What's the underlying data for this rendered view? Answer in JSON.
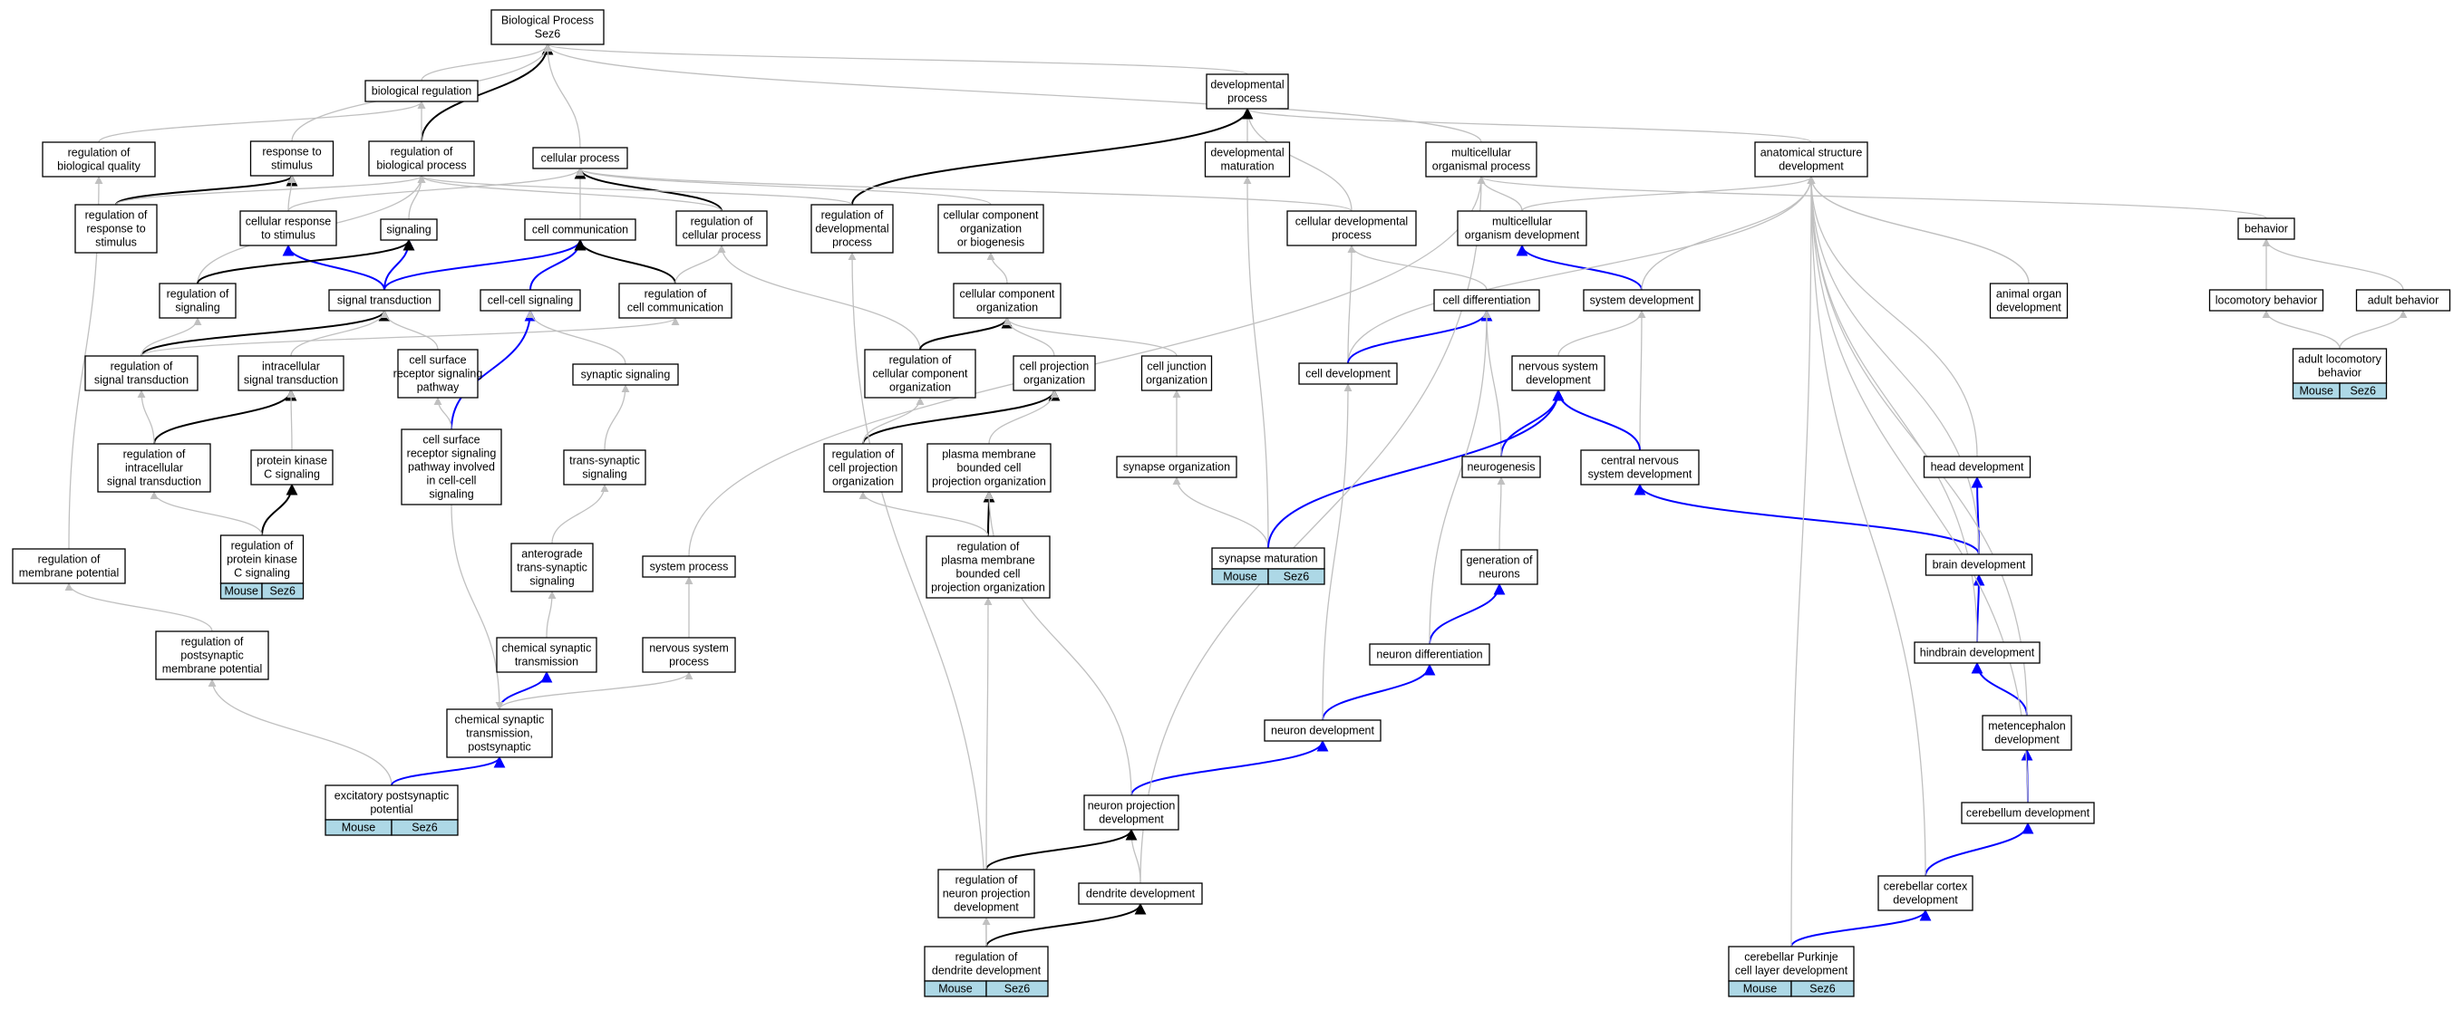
{
  "diagram": {
    "colors": {
      "is_a": "#c0c0c0",
      "regulates": "#000000",
      "part_of": "#0000ff",
      "node_border": "#000000",
      "node_fill": "#ffffff",
      "annotation_fill": "#add8e6"
    },
    "nodes": [
      {
        "id": "bp",
        "lines": [
          "Biological Process",
          "Sez6"
        ]
      },
      {
        "id": "breg",
        "lines": [
          "biological regulation"
        ]
      },
      {
        "id": "devproc",
        "lines": [
          "developmental",
          "process"
        ]
      },
      {
        "id": "rbq",
        "lines": [
          "regulation of",
          "biological quality"
        ]
      },
      {
        "id": "rts",
        "lines": [
          "response to",
          "stimulus"
        ]
      },
      {
        "id": "rbp",
        "lines": [
          "regulation of",
          "biological process"
        ]
      },
      {
        "id": "cellproc",
        "lines": [
          "cellular process"
        ]
      },
      {
        "id": "devmat",
        "lines": [
          "developmental",
          "maturation"
        ]
      },
      {
        "id": "mop",
        "lines": [
          "multicellular",
          "organismal process"
        ]
      },
      {
        "id": "asd",
        "lines": [
          "anatomical structure",
          "development"
        ]
      },
      {
        "id": "rrts",
        "lines": [
          "regulation of",
          "response to",
          "stimulus"
        ]
      },
      {
        "id": "crs",
        "lines": [
          "cellular response",
          "to stimulus"
        ]
      },
      {
        "id": "sig",
        "lines": [
          "signaling"
        ]
      },
      {
        "id": "cc",
        "lines": [
          "cell communication"
        ]
      },
      {
        "id": "rcp",
        "lines": [
          "regulation of",
          "cellular process"
        ]
      },
      {
        "id": "rdp",
        "lines": [
          "regulation of",
          "developmental",
          "process"
        ]
      },
      {
        "id": "ccob",
        "lines": [
          "cellular component",
          "organization",
          "or biogenesis"
        ]
      },
      {
        "id": "cdp",
        "lines": [
          "cellular developmental",
          "process"
        ]
      },
      {
        "id": "mod",
        "lines": [
          "multicellular",
          "organism development"
        ]
      },
      {
        "id": "behav",
        "lines": [
          "behavior"
        ]
      },
      {
        "id": "rsig",
        "lines": [
          "regulation of",
          "signaling"
        ]
      },
      {
        "id": "st",
        "lines": [
          "signal transduction"
        ]
      },
      {
        "id": "ccs",
        "lines": [
          "cell-cell signaling"
        ]
      },
      {
        "id": "rcc",
        "lines": [
          "regulation of",
          "cell communication"
        ]
      },
      {
        "id": "cco",
        "lines": [
          "cellular component",
          "organization"
        ]
      },
      {
        "id": "cdiff",
        "lines": [
          "cell differentiation"
        ]
      },
      {
        "id": "sysdev",
        "lines": [
          "system development"
        ]
      },
      {
        "id": "aod",
        "lines": [
          "animal organ",
          "development"
        ]
      },
      {
        "id": "locb",
        "lines": [
          "locomotory behavior"
        ]
      },
      {
        "id": "adb",
        "lines": [
          "adult behavior"
        ]
      },
      {
        "id": "rst",
        "lines": [
          "regulation of",
          "signal transduction"
        ]
      },
      {
        "id": "ist",
        "lines": [
          "intracellular",
          "signal transduction"
        ]
      },
      {
        "id": "csrsp",
        "lines": [
          "cell surface",
          "receptor signaling",
          "pathway"
        ]
      },
      {
        "id": "synsig",
        "lines": [
          "synaptic signaling"
        ]
      },
      {
        "id": "rcco",
        "lines": [
          "regulation of",
          "cellular component",
          "organization"
        ]
      },
      {
        "id": "cpo",
        "lines": [
          "cell projection",
          "organization"
        ]
      },
      {
        "id": "cjo",
        "lines": [
          "cell junction",
          "organization"
        ]
      },
      {
        "id": "celldev",
        "lines": [
          "cell development"
        ]
      },
      {
        "id": "nsd",
        "lines": [
          "nervous system",
          "development"
        ]
      },
      {
        "id": "alb",
        "lines": [
          "adult locomotory",
          "behavior"
        ],
        "annotations": [
          "Mouse",
          "Sez6"
        ]
      },
      {
        "id": "rist",
        "lines": [
          "regulation of",
          "intracellular",
          "signal transduction"
        ]
      },
      {
        "id": "pkc",
        "lines": [
          "protein kinase",
          "C signaling"
        ]
      },
      {
        "id": "csrspc",
        "lines": [
          "cell surface",
          "receptor signaling",
          "pathway involved",
          "in cell-cell",
          "signaling"
        ]
      },
      {
        "id": "tss",
        "lines": [
          "trans-synaptic",
          "signaling"
        ]
      },
      {
        "id": "rcpo",
        "lines": [
          "regulation of",
          "cell projection",
          "organization"
        ]
      },
      {
        "id": "pmbcpo",
        "lines": [
          "plasma membrane",
          "bounded cell",
          "projection organization"
        ]
      },
      {
        "id": "syno",
        "lines": [
          "synapse organization"
        ]
      },
      {
        "id": "neurog",
        "lines": [
          "neurogenesis"
        ]
      },
      {
        "id": "cnsd",
        "lines": [
          "central nervous",
          "system development"
        ]
      },
      {
        "id": "headdev",
        "lines": [
          "head development"
        ]
      },
      {
        "id": "rmp",
        "lines": [
          "regulation of",
          "membrane potential"
        ]
      },
      {
        "id": "rpkc",
        "lines": [
          "regulation of",
          "protein kinase",
          "C signaling"
        ],
        "annotations": [
          "Mouse",
          "Sez6"
        ]
      },
      {
        "id": "atss",
        "lines": [
          "anterograde",
          "trans-synaptic",
          "signaling"
        ]
      },
      {
        "id": "sysproc",
        "lines": [
          "system process"
        ]
      },
      {
        "id": "rpmbcpo",
        "lines": [
          "regulation of",
          "plasma membrane",
          "bounded cell",
          "projection organization"
        ]
      },
      {
        "id": "synmat",
        "lines": [
          "synapse maturation"
        ],
        "annotations": [
          "Mouse",
          "Sez6"
        ]
      },
      {
        "id": "gon",
        "lines": [
          "generation of",
          "neurons"
        ]
      },
      {
        "id": "braindev",
        "lines": [
          "brain development"
        ]
      },
      {
        "id": "rpmp",
        "lines": [
          "regulation of",
          "postsynaptic",
          "membrane potential"
        ]
      },
      {
        "id": "cst",
        "lines": [
          "chemical synaptic",
          "transmission"
        ]
      },
      {
        "id": "nsp",
        "lines": [
          "nervous system",
          "process"
        ]
      },
      {
        "id": "ndiff",
        "lines": [
          "neuron differentiation"
        ]
      },
      {
        "id": "hbdev",
        "lines": [
          "hindbrain development"
        ]
      },
      {
        "id": "cstp",
        "lines": [
          "chemical synaptic",
          "transmission,",
          "postsynaptic"
        ]
      },
      {
        "id": "ndev",
        "lines": [
          "neuron development"
        ]
      },
      {
        "id": "metdev",
        "lines": [
          "metencephalon",
          "development"
        ]
      },
      {
        "id": "epsp",
        "lines": [
          "excitatory postsynaptic",
          "potential"
        ],
        "annotations": [
          "Mouse",
          "Sez6"
        ]
      },
      {
        "id": "npd",
        "lines": [
          "neuron projection",
          "development"
        ]
      },
      {
        "id": "cbdev",
        "lines": [
          "cerebellum development"
        ]
      },
      {
        "id": "rnpd",
        "lines": [
          "regulation of",
          "neuron projection",
          "development"
        ]
      },
      {
        "id": "ddev",
        "lines": [
          "dendrite development"
        ]
      },
      {
        "id": "ccdev",
        "lines": [
          "cerebellar cortex",
          "development"
        ]
      },
      {
        "id": "rdd",
        "lines": [
          "regulation of",
          "dendrite development"
        ],
        "annotations": [
          "Mouse",
          "Sez6"
        ]
      },
      {
        "id": "cpcld",
        "lines": [
          "cerebellar Purkinje",
          "cell layer development"
        ],
        "annotations": [
          "Mouse",
          "Sez6"
        ]
      }
    ],
    "edges": [
      [
        "breg",
        "bp",
        "is_a"
      ],
      [
        "devproc",
        "bp",
        "is_a"
      ],
      [
        "rbp",
        "bp",
        "regulates"
      ],
      [
        "rts",
        "bp",
        "is_a"
      ],
      [
        "cellproc",
        "bp",
        "is_a"
      ],
      [
        "mop",
        "bp",
        "is_a"
      ],
      [
        "rbq",
        "breg",
        "is_a"
      ],
      [
        "rbp",
        "breg",
        "is_a"
      ],
      [
        "devmat",
        "devproc",
        "is_a"
      ],
      [
        "cdp",
        "devproc",
        "is_a"
      ],
      [
        "asd",
        "devproc",
        "is_a"
      ],
      [
        "rdp",
        "devproc",
        "regulates"
      ],
      [
        "rrts",
        "rts",
        "regulates"
      ],
      [
        "crs",
        "rts",
        "is_a"
      ],
      [
        "crs",
        "cellproc",
        "is_a"
      ],
      [
        "cc",
        "cellproc",
        "is_a"
      ],
      [
        "rcp",
        "cellproc",
        "regulates"
      ],
      [
        "ccob",
        "cellproc",
        "is_a"
      ],
      [
        "cdp",
        "cellproc",
        "is_a"
      ],
      [
        "sig",
        "rbp",
        "is_a"
      ],
      [
        "rcp",
        "rbp",
        "is_a"
      ],
      [
        "rdp",
        "rbp",
        "is_a"
      ],
      [
        "rrts",
        "rbp",
        "is_a"
      ],
      [
        "rsig",
        "rbp",
        "is_a"
      ],
      [
        "st",
        "crs",
        "part_of"
      ],
      [
        "st",
        "sig",
        "part_of"
      ],
      [
        "rsig",
        "sig",
        "regulates"
      ],
      [
        "st",
        "cc",
        "part_of"
      ],
      [
        "ccs",
        "cc",
        "part_of"
      ],
      [
        "rcc",
        "cc",
        "regulates"
      ],
      [
        "rcc",
        "rcp",
        "is_a"
      ],
      [
        "rcco",
        "rcp",
        "is_a"
      ],
      [
        "mod",
        "mop",
        "is_a"
      ],
      [
        "sysdev",
        "mod",
        "part_of"
      ],
      [
        "mod",
        "asd",
        "is_a"
      ],
      [
        "sysdev",
        "asd",
        "is_a"
      ],
      [
        "aod",
        "asd",
        "is_a"
      ],
      [
        "celldev",
        "asd",
        "is_a"
      ],
      [
        "behav",
        "mop",
        "is_a"
      ],
      [
        "locb",
        "behav",
        "is_a"
      ],
      [
        "adb",
        "behav",
        "is_a"
      ],
      [
        "alb",
        "locb",
        "is_a"
      ],
      [
        "alb",
        "adb",
        "is_a"
      ],
      [
        "cco",
        "ccob",
        "is_a"
      ],
      [
        "rcco",
        "cco",
        "regulates"
      ],
      [
        "cpo",
        "cco",
        "is_a"
      ],
      [
        "cjo",
        "cco",
        "is_a"
      ],
      [
        "cdiff",
        "cdp",
        "is_a"
      ],
      [
        "celldev",
        "cdp",
        "is_a"
      ],
      [
        "celldev",
        "cdiff",
        "part_of"
      ],
      [
        "nsd",
        "sysdev",
        "is_a"
      ],
      [
        "cnsd",
        "sysdev",
        "is_a"
      ],
      [
        "neurog",
        "nsd",
        "part_of"
      ],
      [
        "cnsd",
        "nsd",
        "part_of"
      ],
      [
        "neurog",
        "cdiff",
        "is_a"
      ],
      [
        "rst",
        "st",
        "regulates"
      ],
      [
        "ist",
        "st",
        "is_a"
      ],
      [
        "csrsp",
        "st",
        "is_a"
      ],
      [
        "rst",
        "rsig",
        "is_a"
      ],
      [
        "rst",
        "rcc",
        "is_a"
      ],
      [
        "csrspc",
        "ccs",
        "part_of"
      ],
      [
        "synsig",
        "ccs",
        "is_a"
      ],
      [
        "tss",
        "synsig",
        "is_a"
      ],
      [
        "atss",
        "tss",
        "is_a"
      ],
      [
        "cst",
        "atss",
        "is_a"
      ],
      [
        "csrspc",
        "csrsp",
        "is_a"
      ],
      [
        "rist",
        "ist",
        "regulates"
      ],
      [
        "rist",
        "rst",
        "is_a"
      ],
      [
        "pkc",
        "ist",
        "is_a"
      ],
      [
        "rpkc",
        "pkc",
        "regulates"
      ],
      [
        "rpkc",
        "rist",
        "is_a"
      ],
      [
        "rcpo",
        "cpo",
        "regulates"
      ],
      [
        "rcpo",
        "rcco",
        "is_a"
      ],
      [
        "pmbcpo",
        "cpo",
        "is_a"
      ],
      [
        "rpmbcpo",
        "pmbcpo",
        "regulates"
      ],
      [
        "rpmbcpo",
        "rcpo",
        "is_a"
      ],
      [
        "syno",
        "cjo",
        "is_a"
      ],
      [
        "synmat",
        "syno",
        "is_a"
      ],
      [
        "synmat",
        "devmat",
        "is_a"
      ],
      [
        "synmat",
        "nsd",
        "part_of"
      ],
      [
        "gon",
        "neurog",
        "is_a"
      ],
      [
        "ndiff",
        "gon",
        "part_of"
      ],
      [
        "ndiff",
        "cdiff",
        "is_a"
      ],
      [
        "ndev",
        "ndiff",
        "part_of"
      ],
      [
        "ndev",
        "celldev",
        "is_a"
      ],
      [
        "npd",
        "ndev",
        "part_of"
      ],
      [
        "npd",
        "pmbcpo",
        "is_a"
      ],
      [
        "ddev",
        "npd",
        "is_a"
      ],
      [
        "rnpd",
        "npd",
        "regulates"
      ],
      [
        "rnpd",
        "rpmbcpo",
        "is_a"
      ],
      [
        "rdd",
        "ddev",
        "regulates"
      ],
      [
        "rdd",
        "rnpd",
        "is_a"
      ],
      [
        "rdd",
        "rdp",
        "is_a"
      ],
      [
        "ddev",
        "mop",
        "is_a"
      ],
      [
        "braindev",
        "cnsd",
        "part_of"
      ],
      [
        "braindev",
        "headdev",
        "part_of"
      ],
      [
        "braindev",
        "asd",
        "is_a"
      ],
      [
        "headdev",
        "asd",
        "is_a"
      ],
      [
        "aod",
        "asd",
        "is_a"
      ],
      [
        "hbdev",
        "braindev",
        "part_of"
      ],
      [
        "hbdev",
        "asd",
        "is_a"
      ],
      [
        "metdev",
        "hbdev",
        "part_of"
      ],
      [
        "metdev",
        "asd",
        "is_a"
      ],
      [
        "cbdev",
        "metdev",
        "part_of"
      ],
      [
        "cbdev",
        "asd",
        "is_a"
      ],
      [
        "ccdev",
        "cbdev",
        "part_of"
      ],
      [
        "ccdev",
        "asd",
        "is_a"
      ],
      [
        "cpcld",
        "ccdev",
        "part_of"
      ],
      [
        "cpcld",
        "asd",
        "is_a"
      ],
      [
        "rmp",
        "rbq",
        "is_a"
      ],
      [
        "rpmp",
        "rmp",
        "is_a"
      ],
      [
        "epsp",
        "rpmp",
        "is_a"
      ],
      [
        "epsp",
        "cstp",
        "part_of"
      ],
      [
        "cstp",
        "cst",
        "part_of"
      ],
      [
        "cstp",
        "nsp",
        "is_a"
      ],
      [
        "nsp",
        "sysproc",
        "is_a"
      ],
      [
        "sysproc",
        "mop",
        "is_a"
      ],
      [
        "csrspc",
        "cstp",
        "is_a"
      ]
    ]
  }
}
